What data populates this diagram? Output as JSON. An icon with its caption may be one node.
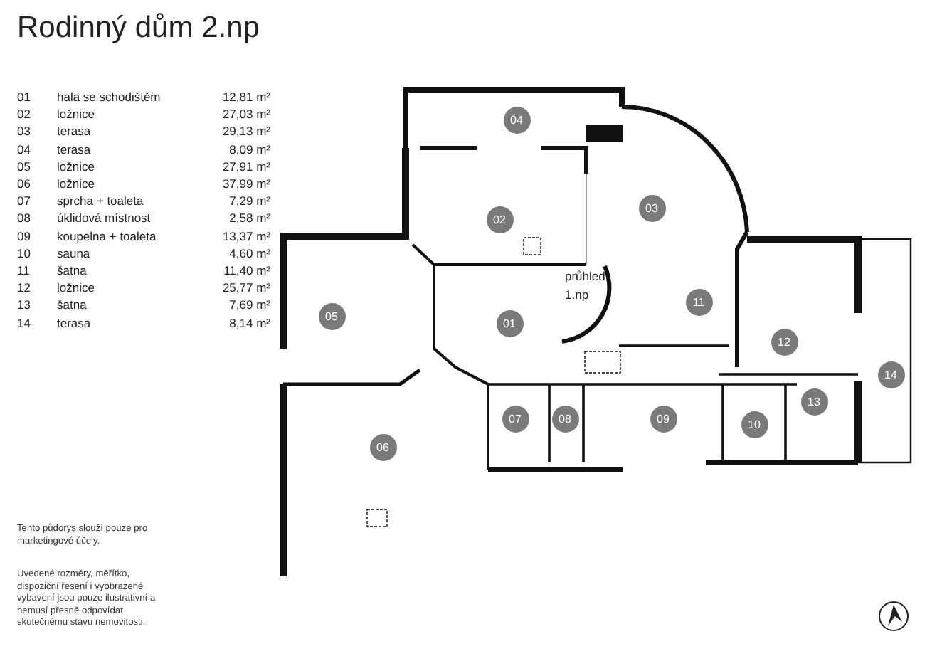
{
  "diagram": {
    "title": "Rodinný dům 2.np",
    "labels": [
      "01",
      "hala se schodištěm",
      "12,81 m²",
      "02",
      "ložnice",
      "27,03 m²",
      "03",
      "terasa",
      "29,13 m²",
      "04",
      "terasa",
      "8,09 m²",
      "05",
      "ložnice",
      "27,91 m²",
      "06",
      "ložnice",
      "37,99 m²",
      "07",
      "sprcha + toaleta",
      "7,29 m²",
      "08",
      "úklidová místnost",
      "2,58 m²",
      "09",
      "koupelna + toaleta",
      "13,37 m²",
      "10",
      "sauna",
      "4,60 m²",
      "11",
      "šatna",
      "11,40 m²",
      "12",
      "ložnice",
      "25,77 m²",
      "13",
      "šatna",
      "7,69 m²",
      "14",
      "terasa",
      "8,14 m²",
      "04",
      "02",
      "03",
      "průhled 1.np",
      "11",
      "05",
      "01",
      "12",
      "14",
      "07",
      "08",
      "09",
      "10",
      "13",
      "06",
      "Tento půdorys slouží pouze pro marketingové účely.",
      "Uvedené rozměry, měřítko, dispoziční řešení i vyobrazené vybavení jsou pouze ilustrativní a nemusí přesně odpovídat skutečnému stavu nemovitosti."
    ]
  }
}
